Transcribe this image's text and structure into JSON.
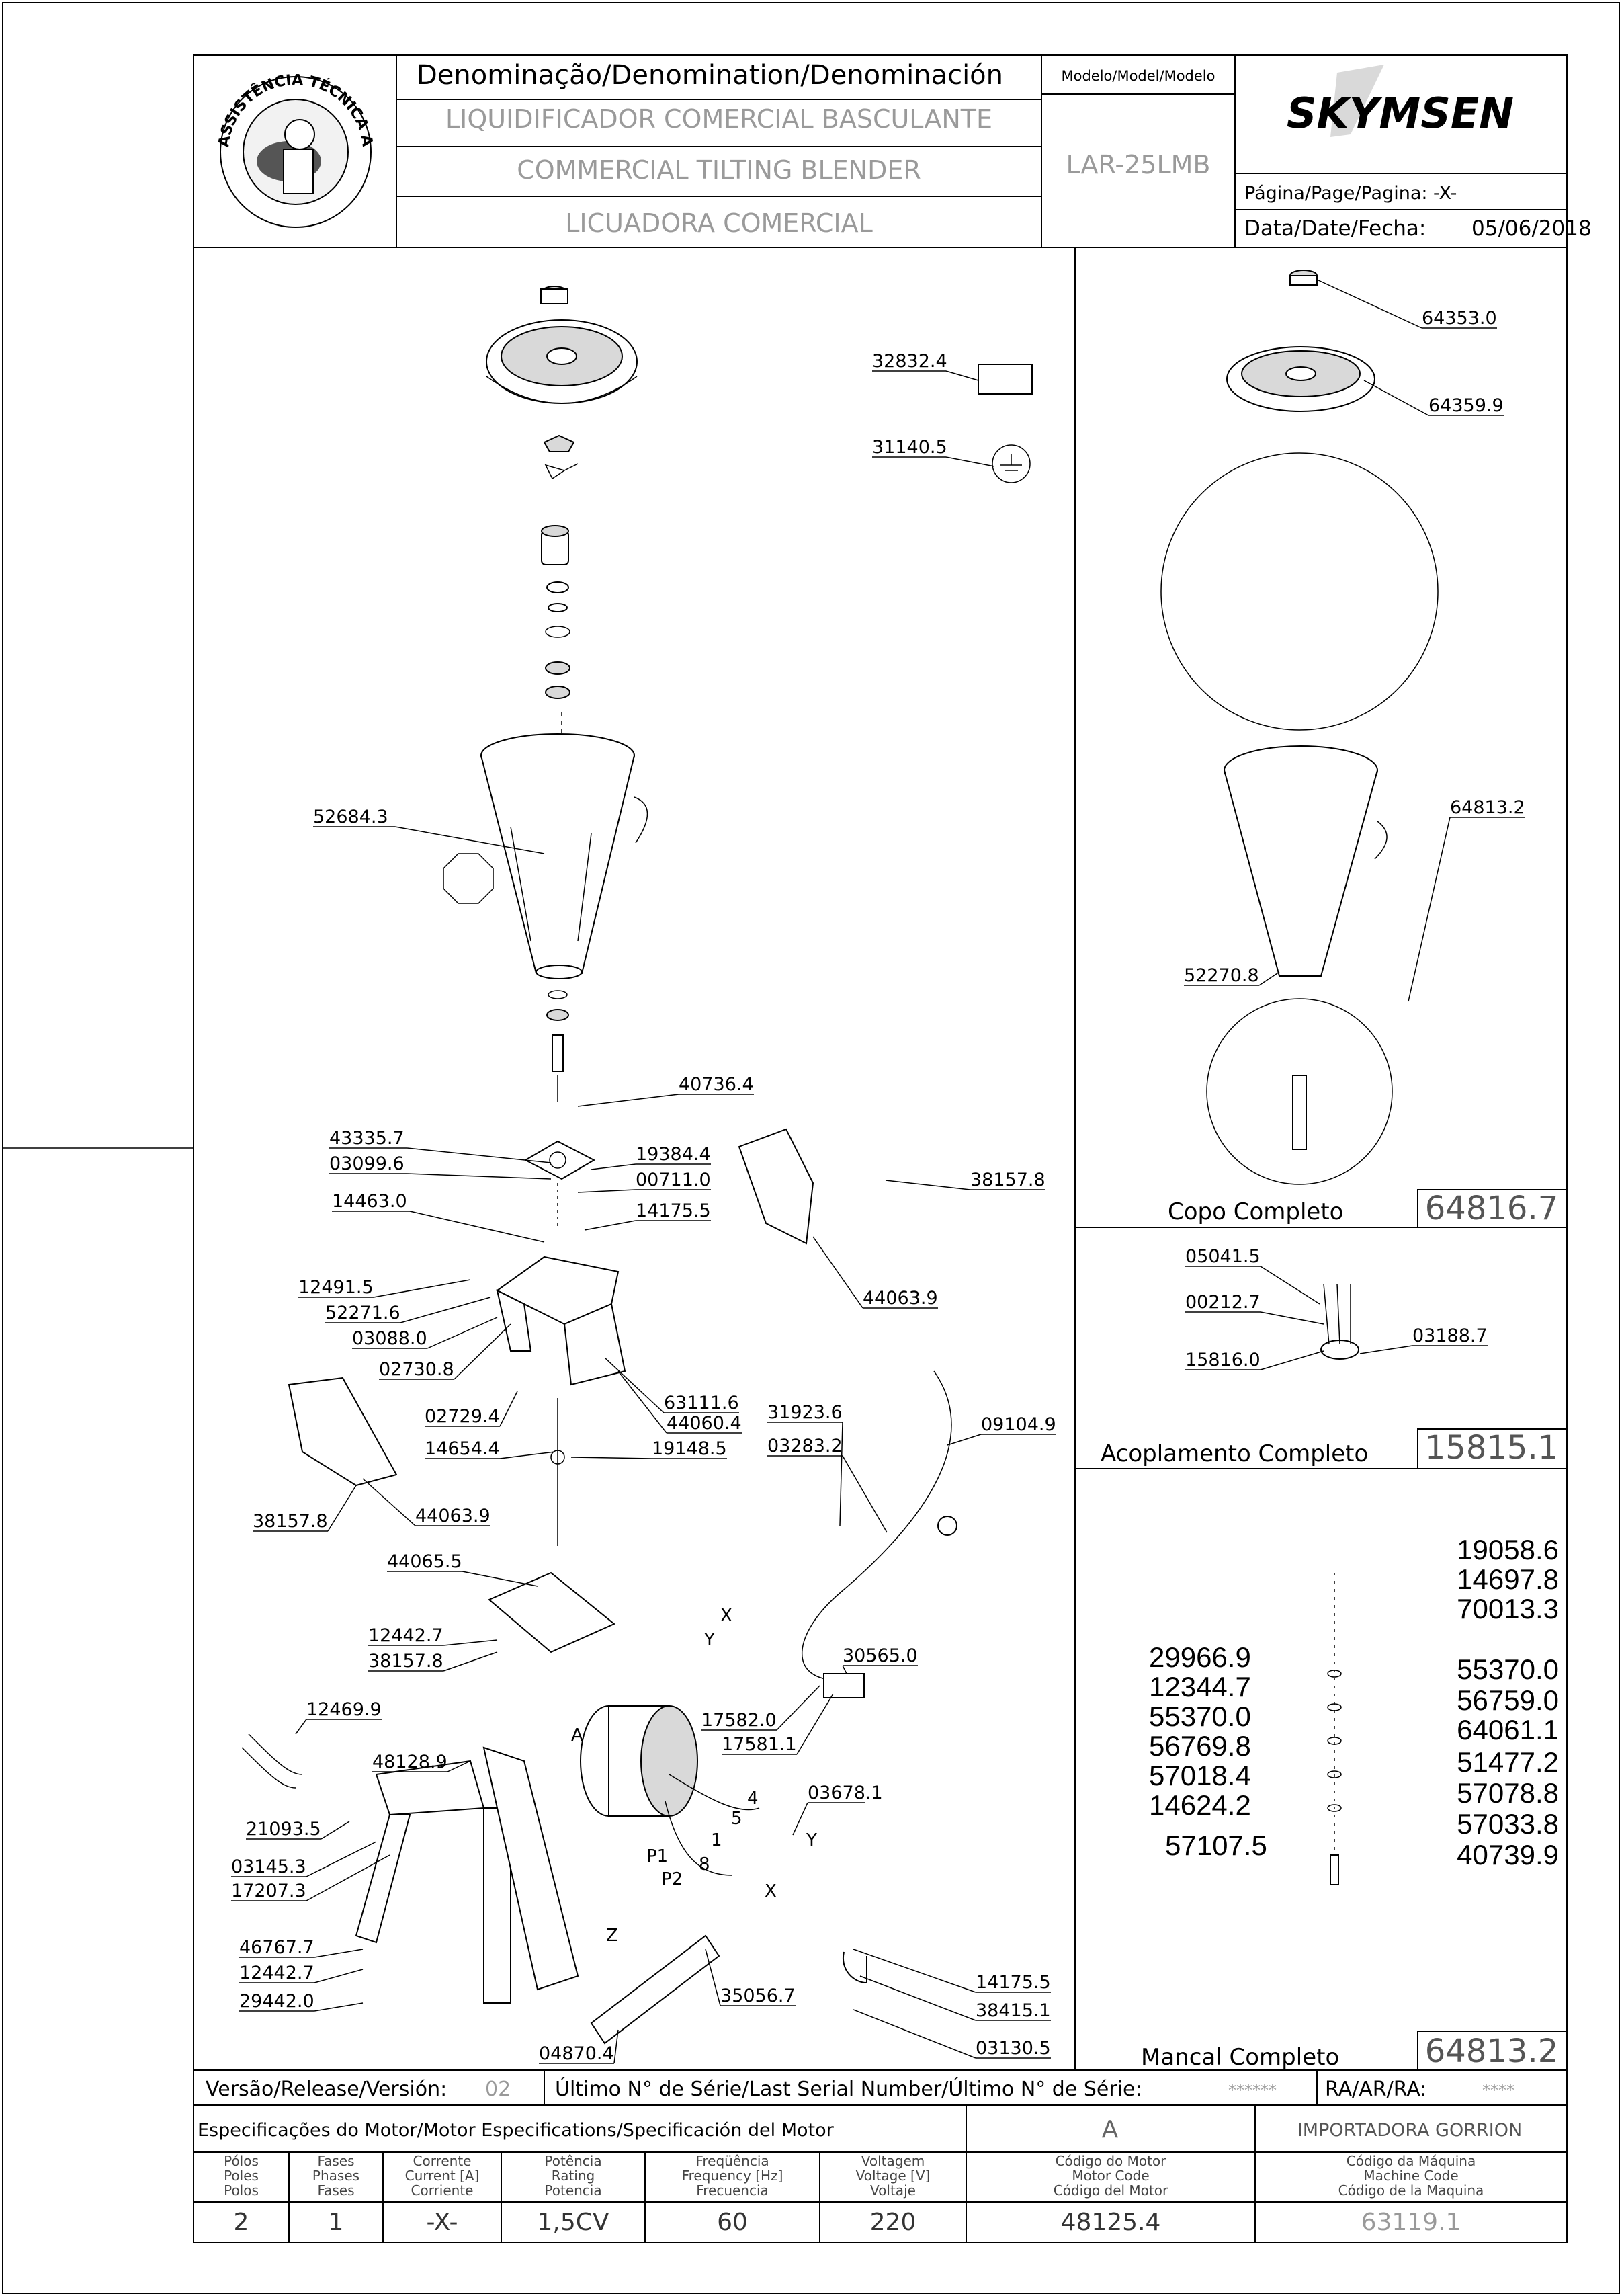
{
  "header": {
    "denomination_title": "Denominação/Denomination/Denominación",
    "name_pt": "LIQUIDIFICADOR COMERCIAL BASCULANTE",
    "name_en": "COMMERCIAL TILTING BLENDER",
    "name_es": "LICUADORA COMERCIAL",
    "model_label": "Modelo/Model/Modelo",
    "model_value": "LAR-25LMB",
    "brand": "SKYMSEN",
    "page_label": "Página/Page/Pagina: -X-",
    "date_label": "Data/Date/Fecha:",
    "date_value": "05/06/2018",
    "badge_text": "ASSISTÊNCIA TÉCNICA AUTORIZADA"
  },
  "main_labels": [
    "32832.4",
    "31140.5",
    "52684.3",
    "40736.4",
    "43335.7",
    "03099.6",
    "19384.4",
    "00711.0",
    "14463.0",
    "14175.5",
    "38157.8",
    "12491.5",
    "52271.6",
    "03088.0",
    "02730.8",
    "44063.9",
    "63111.6",
    "44060.4",
    "02729.4",
    "31923.6",
    "09104.9",
    "14654.4",
    "19148.5",
    "03283.2",
    "38157.8",
    "44063.9",
    "44065.5",
    "12442.7",
    "38157.8",
    "30565.0",
    "12469.9",
    "17582.0",
    "17581.1",
    "48128.9",
    "03678.1",
    "21093.5",
    "03145.3",
    "17207.3",
    "46767.7",
    "12442.7",
    "29442.0",
    "35056.7",
    "14175.5",
    "38415.1",
    "04870.4",
    "03130.5"
  ],
  "wiring": {
    "A": "A",
    "w4": "4",
    "w5": "5",
    "w1": "1",
    "w8": "8",
    "p1": "P1",
    "p2": "P2",
    "y": "Y",
    "x": "X",
    "z": "Z",
    "x2": "X",
    "y2": "Y"
  },
  "copo": {
    "labels": [
      "64353.0",
      "64359.9",
      "64813.2",
      "52270.8"
    ],
    "title": "Copo Completo",
    "code": "64816.7"
  },
  "acoplamento": {
    "labels": [
      "05041.5",
      "00212.7",
      "15816.0",
      "03188.7"
    ],
    "title": "Acoplamento Completo",
    "code": "15815.1"
  },
  "mancal": {
    "left_codes": [
      "29966.9",
      "12344.7",
      "55370.0",
      "56769.8",
      "57018.4",
      "14624.2",
      "57107.5"
    ],
    "right_codes": [
      "19058.6",
      "14697.8",
      "70013.3",
      "55370.0",
      "56759.0",
      "64061.1",
      "51477.2",
      "57078.8",
      "57033.8",
      "40739.9"
    ],
    "title": "Mancal Completo",
    "code": "64813.2"
  },
  "footer": {
    "version_label": "Versão/Release/Versión:",
    "version_value": "02",
    "serial_label": "Último N° de Série/Last Serial Number/Último N° de Série:",
    "serial_value": "******",
    "ra_label": "RA/AR/RA:",
    "ra_value": "****",
    "motor_spec_label": "Especificações do Motor/Motor Especifications/Specificación del Motor",
    "motor_letter": "A",
    "importer": "IMPORTADORA GORRION",
    "columns": [
      {
        "l1": "Pólos",
        "l2": "Poles",
        "l3": "Polos",
        "value": "2"
      },
      {
        "l1": "Fases",
        "l2": "Phases",
        "l3": "Fases",
        "value": "1"
      },
      {
        "l1": "Corrente",
        "l2": "Current [A]",
        "l3": "Corriente",
        "value": "-X-"
      },
      {
        "l1": "Potência",
        "l2": "Rating",
        "l3": "Potencia",
        "value": "1,5CV"
      },
      {
        "l1": "Freqüência",
        "l2": "Frequency [Hz]",
        "l3": "Frecuencia",
        "value": "60"
      },
      {
        "l1": "Voltagem",
        "l2": "Voltage [V]",
        "l3": "Voltaje",
        "value": "220"
      },
      {
        "l1": "Código do Motor",
        "l2": "Motor Code",
        "l3": "Código del Motor",
        "value": "48125.4"
      },
      {
        "l1": "Código da Máquina",
        "l2": "Machine Code",
        "l3": "Código de la Maquina",
        "value": "63119.1"
      }
    ]
  }
}
